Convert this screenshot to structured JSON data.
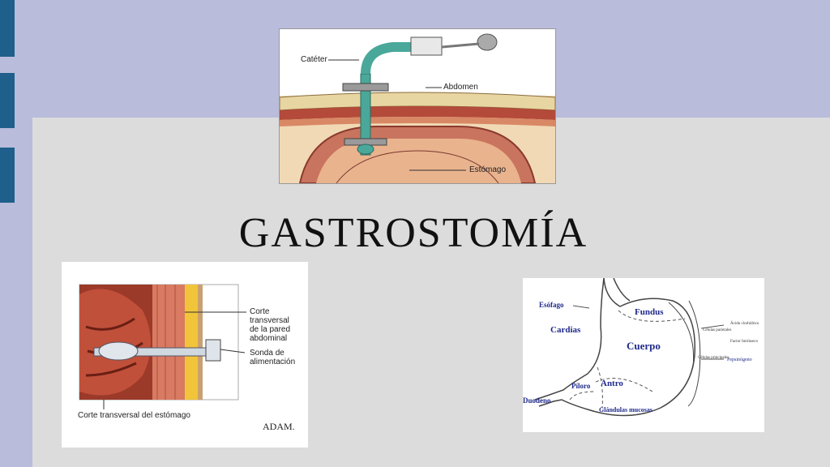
{
  "slide": {
    "title": "GASTROSTOMÍA"
  },
  "top_diagram": {
    "labels": {
      "catheter": "Catéter",
      "abdomen": "Abdomen",
      "stomach": "Estómago"
    }
  },
  "left_diagram": {
    "labels": {
      "wall_line1": "Corte",
      "wall_line2": "transversal",
      "wall_line3": "de la pared",
      "wall_line4": "abdominal",
      "tube_line1": "Sonda de",
      "tube_line2": "alimentación",
      "stomach_section": "Corte transversal del estómago",
      "brand": "ADAM."
    }
  },
  "right_diagram": {
    "labels": {
      "esophagus": "Esófago",
      "fundus": "Fundus",
      "cardia": "Cardias",
      "body": "Cuerpo",
      "antrum": "Antro",
      "pylorus": "Píloro",
      "duodenum": "Duodeno",
      "mucous_glands": "Glándulas mucosas",
      "parietal_cells": "Células parietales",
      "principal_cells": "Células principales",
      "hcl": "Ácido clorhídrico",
      "intrinsic_factor": "Factor Intrínseco",
      "pepsinogen": "Pepsinógeno"
    }
  },
  "colors": {
    "header_band": "#b9bcdb",
    "content_bg": "#dcdcdc",
    "accent_bar": "#1f5f8b",
    "title_text": "#111111",
    "stomach_label": "#1f2a8a"
  }
}
